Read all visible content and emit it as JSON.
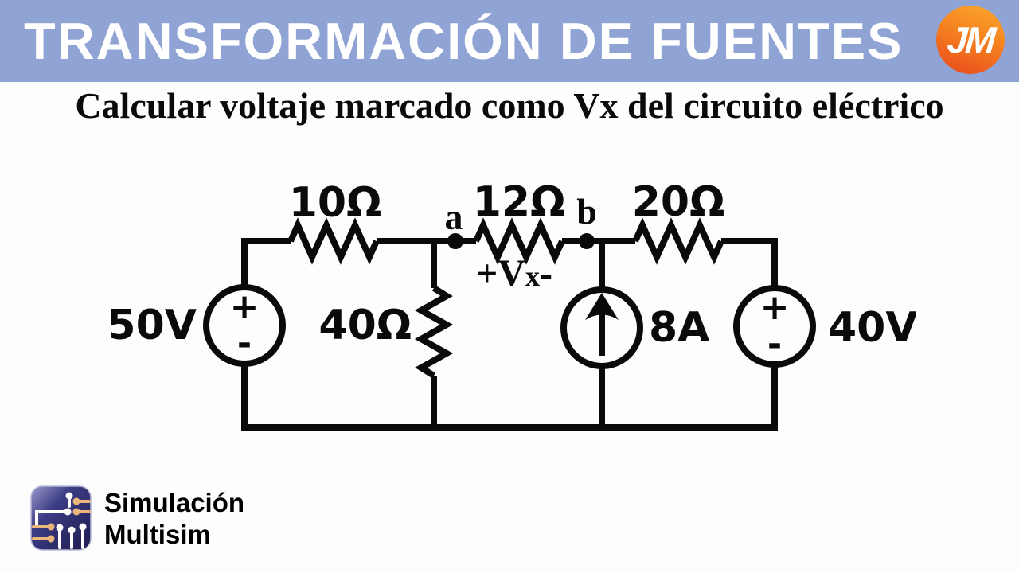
{
  "header": {
    "title": "TRANSFORMACIÓN DE FUENTES",
    "bg_color": "#8fa3d4",
    "logo_monogram": "JM"
  },
  "subtitle": "Calcular voltaje marcado como Vx del circuito eléctrico",
  "circuit": {
    "resistors": {
      "r1": "10Ω",
      "r2": "12Ω",
      "r3": "20Ω",
      "r4": "40Ω"
    },
    "sources": {
      "v1": "50V",
      "i1": "8A",
      "v2": "40V"
    },
    "nodes": {
      "a": "a",
      "b": "b"
    },
    "vx": {
      "pre": "+V",
      "sub": "x",
      "post": "-"
    },
    "polarity": {
      "plus": "+",
      "minus": "-"
    },
    "line_color": "#0a0a0a"
  },
  "footer": {
    "line1": "Simulación",
    "line2": "Multisim"
  }
}
